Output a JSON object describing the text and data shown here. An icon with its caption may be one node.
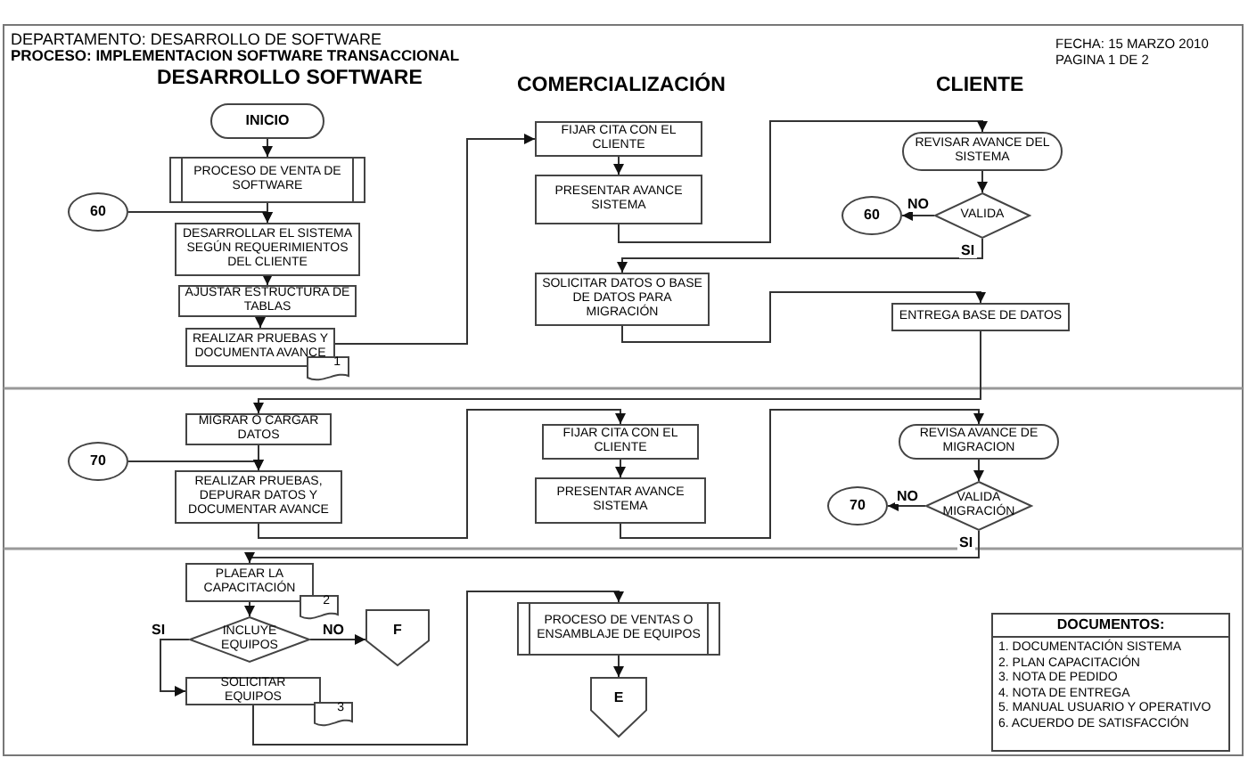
{
  "diagram": {
    "nodes": [
      {
        "text": [
          "INICIO"
        ]
      },
      {
        "text": [
          "PROCESO DE VENTA DE SOFTWARE"
        ]
      },
      {
        "text": [
          "60"
        ]
      },
      {
        "text": [
          "DESARROLLAR EL SISTEMA SEGÚN REQUERIMIENTOS DEL CLIENTE"
        ]
      },
      {
        "text": [
          "AJUSTAR ESTRUCTURA DE TABLAS"
        ]
      },
      {
        "text": [
          "REALIZAR PRUEBAS Y DOCUMENTA AVANCE"
        ]
      },
      {
        "text": [
          "1"
        ]
      },
      {
        "text": [
          "FIJAR CITA CON EL CLIENTE"
        ]
      },
      {
        "text": [
          "PRESENTAR AVANCE SISTEMA"
        ]
      },
      {
        "text": [
          "REVISAR AVANCE DEL SISTEMA"
        ]
      },
      {
        "text": [
          "VALIDA"
        ]
      },
      {
        "text": [
          "60"
        ]
      },
      {
        "text": [
          "SOLICITAR DATOS O BASE DE DATOS PARA MIGRACIÓN"
        ]
      },
      {
        "text": [
          "ENTREGA BASE DE DATOS"
        ]
      },
      {
        "text": [
          "MIGRAR O CARGAR DATOS"
        ]
      },
      {
        "text": [
          "70"
        ]
      },
      {
        "text": [
          "REALIZAR PRUEBAS, DEPURAR DATOS Y DOCUMENTAR AVANCE"
        ]
      },
      {
        "text": [
          "FIJAR CITA CON EL CLIENTE"
        ]
      },
      {
        "text": [
          "PRESENTAR AVANCE SISTEMA"
        ]
      },
      {
        "text": [
          "REVISA AVANCE DE MIGRACION"
        ]
      },
      {
        "text": [
          "VALIDA MIGRACIÓN"
        ]
      },
      {
        "text": [
          "70"
        ]
      },
      {
        "text": [
          "PLAEAR LA CAPACITACIÓN"
        ]
      },
      {
        "text": [
          "2"
        ]
      },
      {
        "text": [
          "INCLUYE EQUIPOS"
        ]
      },
      {
        "text": [
          "F"
        ]
      },
      {
        "text": [
          "SOLICITAR EQUIPOS"
        ]
      },
      {
        "text": [
          "3"
        ]
      },
      {
        "text": [
          "PROCESO DE VENTAS O ENSAMBLAJE DE EQUIPOS"
        ]
      },
      {
        "text": [
          "E"
        ]
      },
      {
        "text": [
          "DOCUMENTOS:",
          "1. DOCUMENTACIÓN SISTEMA",
          "2. PLAN CAPACITACIÓN",
          "3. NOTA DE PEDIDO",
          "4. NOTA DE ENTREGA",
          "5. MANUAL USUARIO Y OPERATIVO",
          "6. ACUERDO DE SATISFACCIÓN"
        ]
      }
    ],
    "edges": [
      {
        "from": 0,
        "to": 1,
        "arrow": "to"
      },
      {
        "from": 1,
        "to": 3,
        "arrow": "to"
      },
      {
        "from": 2,
        "to": 3,
        "arrow": "to"
      },
      {
        "from": 3,
        "to": 4,
        "arrow": "to"
      },
      {
        "from": 4,
        "to": 5,
        "arrow": "to"
      },
      {
        "from": 5,
        "to": 7,
        "arrow": "to"
      },
      {
        "from": 7,
        "to": 8,
        "arrow": "to"
      },
      {
        "from": 8,
        "to": 9,
        "arrow": "to"
      },
      {
        "from": 9,
        "to": 10,
        "arrow": "to"
      },
      {
        "from": 10,
        "to": 11,
        "arrow": "to",
        "label": "NO"
      },
      {
        "from": 10,
        "to": 12,
        "arrow": "to",
        "label": "SI"
      },
      {
        "from": 12,
        "to": 13,
        "arrow": "to"
      },
      {
        "from": 13,
        "to": 14,
        "arrow": "to"
      },
      {
        "from": 14,
        "to": 16,
        "arrow": "to"
      },
      {
        "from": 15,
        "to": 16,
        "arrow": "to"
      },
      {
        "from": 16,
        "to": 17,
        "arrow": "to"
      },
      {
        "from": 17,
        "to": 18,
        "arrow": "to"
      },
      {
        "from": 18,
        "to": 19,
        "arrow": "to"
      },
      {
        "from": 19,
        "to": 20,
        "arrow": "to"
      },
      {
        "from": 20,
        "to": 21,
        "arrow": "to",
        "label": "NO"
      },
      {
        "from": 20,
        "to": 22,
        "arrow": "to",
        "label": "SI"
      },
      {
        "from": 22,
        "to": 24,
        "arrow": "to"
      },
      {
        "from": 24,
        "to": 25,
        "arrow": "to",
        "label": "NO"
      },
      {
        "from": 24,
        "to": 26,
        "arrow": "to",
        "label": "SI"
      },
      {
        "from": 26,
        "to": 28,
        "arrow": "to"
      },
      {
        "from": 28,
        "to": 29,
        "arrow": "to"
      }
    ],
    "labels": [
      "DEPARTAMENTO: DESARROLLO DE SOFTWARE",
      "PROCESO: IMPLEMENTACION SOFTWARE TRANSACCIONAL",
      "FECHA: 15 MARZO 2010",
      "PAGINA 1 DE 2",
      "DESARROLLO SOFTWARE",
      "COMERCIALIZACIÓN",
      "CLIENTE"
    ]
  }
}
